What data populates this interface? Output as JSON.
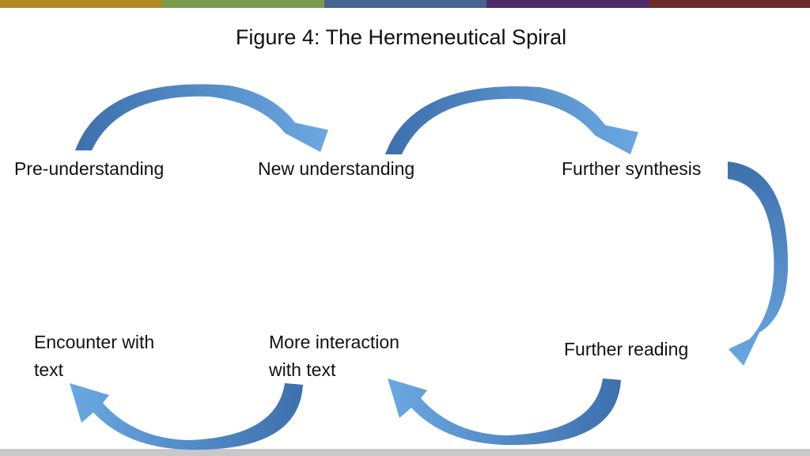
{
  "title": "Figure 4: The Hermeneutical Spiral",
  "colors": {
    "bar": [
      "#b08a22",
      "#7a9a4e",
      "#43658f",
      "#4d2d6b",
      "#6f2a2c"
    ],
    "arrow_light": "#6aa3dd",
    "arrow_dark": "#3d70ad"
  },
  "labels": {
    "pre_understanding": "Pre-understanding",
    "new_understanding": "New understanding",
    "further_synthesis": "Further synthesis",
    "encounter_line1": "Encounter with",
    "encounter_line2": "text",
    "more_interaction_line1": "More interaction",
    "more_interaction_line2": "with text",
    "further_reading": "Further reading"
  }
}
